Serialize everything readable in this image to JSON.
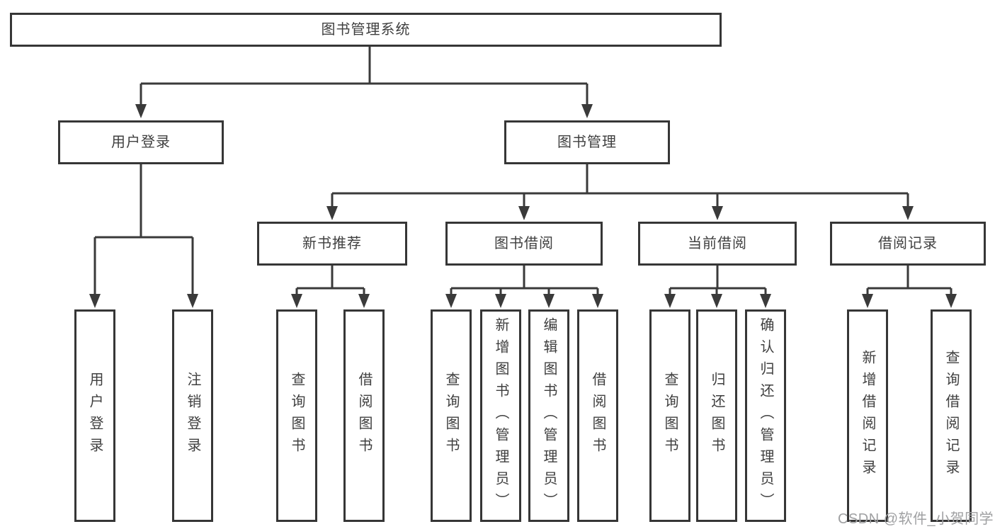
{
  "colors": {
    "line": "#3a3a3a",
    "box_border": "#363636",
    "box_fill": "#ffffff",
    "text": "#3f3f3f",
    "watermark": "#9fa0a2",
    "bg": "#ffffff"
  },
  "tree": {
    "root": "图书管理系统",
    "branches": [
      {
        "label": "用户登录",
        "leaves": [
          "用户登录",
          "注销登录"
        ]
      },
      {
        "label": "图书管理",
        "groups": [
          {
            "label": "新书推荐",
            "leaves": [
              "查询图书",
              "借阅图书"
            ]
          },
          {
            "label": "图书借阅",
            "leaves": [
              "查询图书",
              "新增图书（管理员）",
              "编辑图书（管理员）",
              "借阅图书"
            ]
          },
          {
            "label": "当前借阅",
            "leaves": [
              "查询图书",
              "归还图书",
              "确认归还（管理员）"
            ]
          },
          {
            "label": "借阅记录",
            "leaves": [
              "新增借阅记录",
              "查询借阅记录"
            ]
          }
        ]
      }
    ]
  },
  "watermark": "CSDN @软件_小贺同学"
}
